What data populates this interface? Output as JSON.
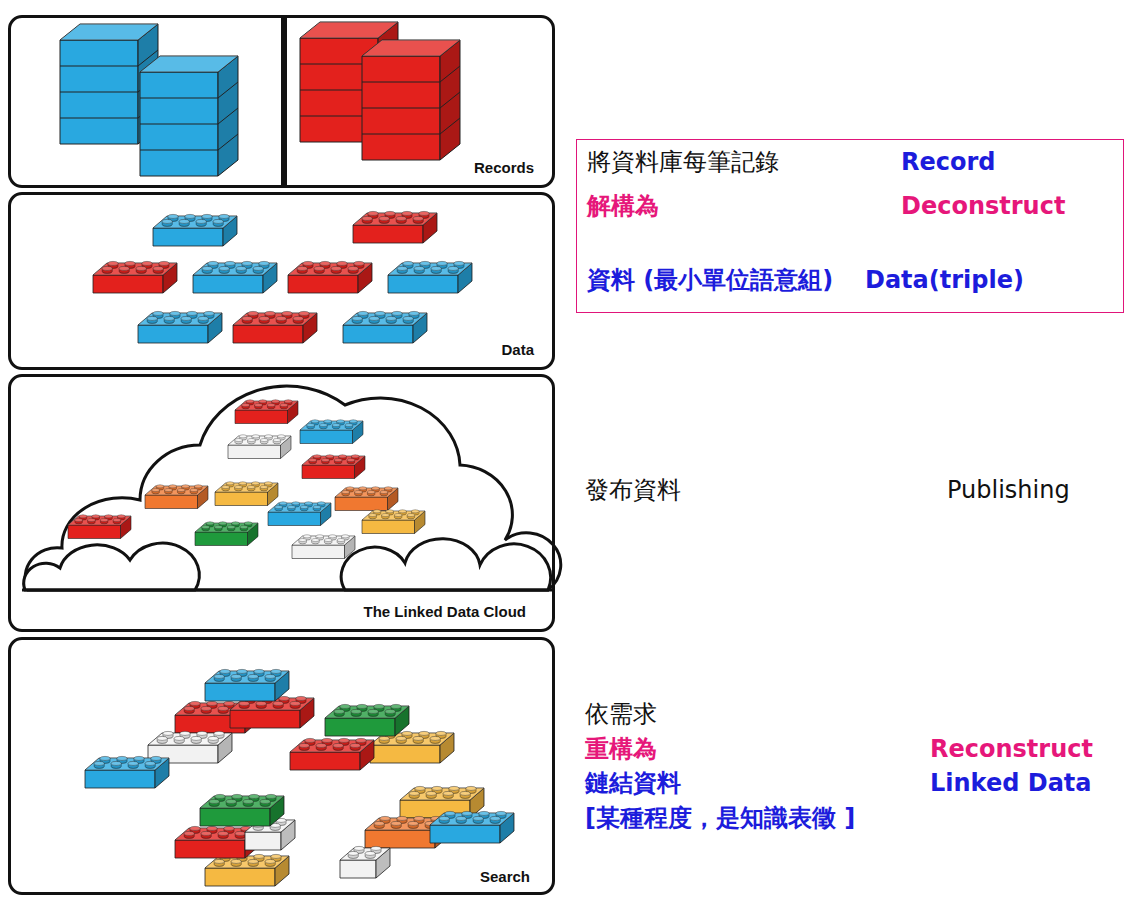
{
  "diagram": {
    "nodes": [
      {
        "text": [
          "Records"
        ]
      },
      {
        "text": [
          "Data"
        ]
      },
      {
        "text": [
          "The Linked Data Cloud"
        ]
      },
      {
        "text": [
          "Search"
        ]
      },
      {
        "text": [
          "將資料庫每筆記錄",
          "Record",
          "解構為",
          "Deconstruct",
          "資料 (最小單位語意組)",
          "Data(triple)"
        ]
      }
    ],
    "labels": [
      "發布資料",
      "Publishing",
      "依需求",
      "重構為",
      "Reconstruct",
      "鏈結資料",
      "Linked Data",
      "[某種程度，是知識表徵 ]"
    ]
  }
}
